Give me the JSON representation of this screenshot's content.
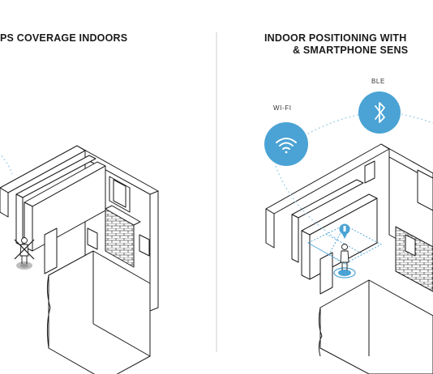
{
  "left_panel": {
    "title": "PS COVERAGE INDOORS"
  },
  "right_panel": {
    "title_line1": "INDOOR POSITIONING WITH",
    "title_line2": "& SMARTPHONE SENS",
    "wifi_label": "WI-FI",
    "ble_label": "BLE"
  },
  "colors": {
    "accent": "#4aa3d4",
    "line": "#1a1a1a",
    "divider": "#cccccc",
    "dotted": "#9ccbe6"
  },
  "icons": [
    "wifi-icon",
    "bluetooth-icon",
    "person-icon",
    "location-pin-icon",
    "cross-icon"
  ]
}
